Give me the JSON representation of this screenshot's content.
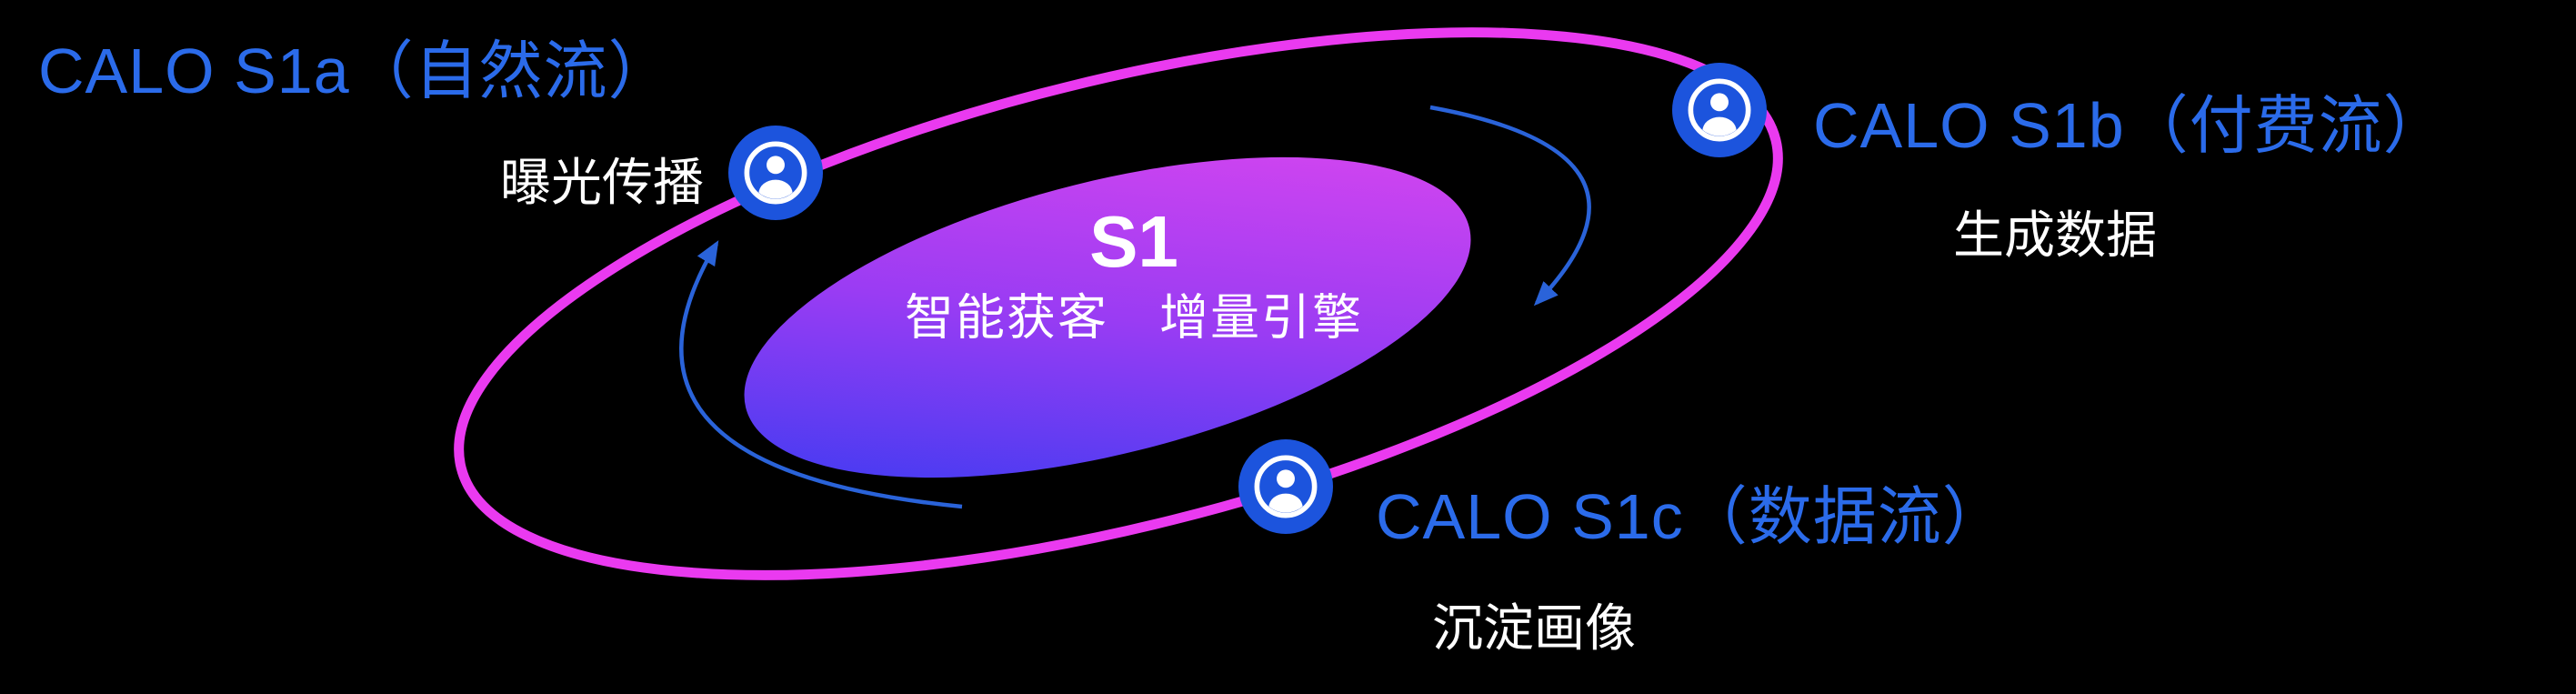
{
  "core": {
    "title": "S1",
    "subtitle": "智能获客　增量引擎"
  },
  "nodes": [
    {
      "id": "s1a",
      "label": "CALO S1a（自然流）",
      "sublabel": "曝光传播",
      "icon": "user-circle-icon"
    },
    {
      "id": "s1b",
      "label": "CALO S1b（付费流）",
      "sublabel": "生成数据",
      "icon": "user-circle-icon"
    },
    {
      "id": "s1c",
      "label": "CALO S1c（数据流）",
      "sublabel": "沉淀画像",
      "icon": "user-circle-icon"
    }
  ],
  "colors": {
    "background": "#000000",
    "label_blue": "#2b6bea",
    "sublabel_white": "#ffffff",
    "core_text_white": "#ffffff",
    "orbit_magenta": "#ea3af0",
    "icon_blue": "#1c54dd",
    "arrow_blue": "#2a63d9",
    "core_gradient_start": "#2d3bf2",
    "core_gradient_mid": "#9a3cf3",
    "core_gradient_end": "#e247ef"
  }
}
